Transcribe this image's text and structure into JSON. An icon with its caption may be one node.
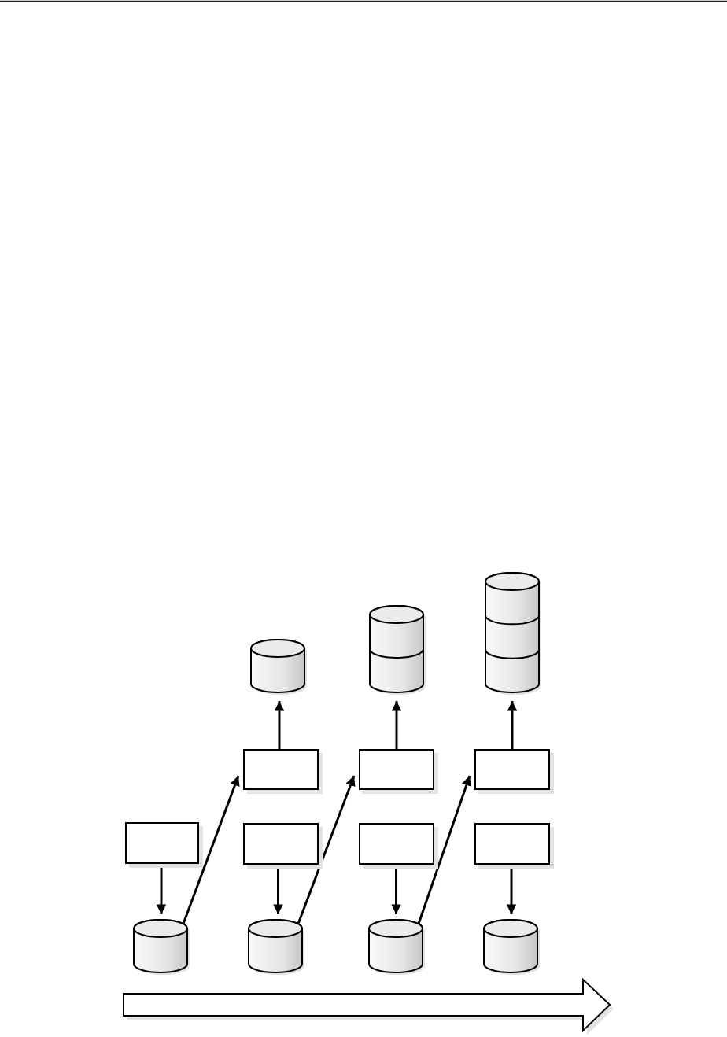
{
  "diagram": {
    "nodes": [
      {
        "text": [],
        "shape": "cylinder"
      },
      {
        "text": [],
        "shape": "cylinder"
      },
      {
        "text": [],
        "shape": "cylinder"
      },
      {
        "text": [],
        "shape": "box"
      },
      {
        "text": [],
        "shape": "box"
      },
      {
        "text": [],
        "shape": "box"
      },
      {
        "text": [],
        "shape": "box"
      },
      {
        "text": [],
        "shape": "box"
      },
      {
        "text": [],
        "shape": "box"
      },
      {
        "text": [],
        "shape": "box"
      },
      {
        "text": [],
        "shape": "cylinder"
      },
      {
        "text": [],
        "shape": "cylinder"
      },
      {
        "text": [],
        "shape": "cylinder"
      },
      {
        "text": [],
        "shape": "cylinder"
      }
    ],
    "edges": [
      {
        "from": 3,
        "to": 0,
        "arrow": "to"
      },
      {
        "from": 4,
        "to": 1,
        "arrow": "to"
      },
      {
        "from": 5,
        "to": 2,
        "arrow": "to"
      },
      {
        "from": 6,
        "to": 10,
        "arrow": "to"
      },
      {
        "from": 10,
        "to": 3,
        "arrow": "to"
      },
      {
        "from": 7,
        "to": 11,
        "arrow": "to"
      },
      {
        "from": 11,
        "to": 4,
        "arrow": "to"
      },
      {
        "from": 8,
        "to": 12,
        "arrow": "to"
      },
      {
        "from": 12,
        "to": 5,
        "arrow": "to"
      },
      {
        "from": 9,
        "to": 13,
        "arrow": "to"
      }
    ]
  }
}
